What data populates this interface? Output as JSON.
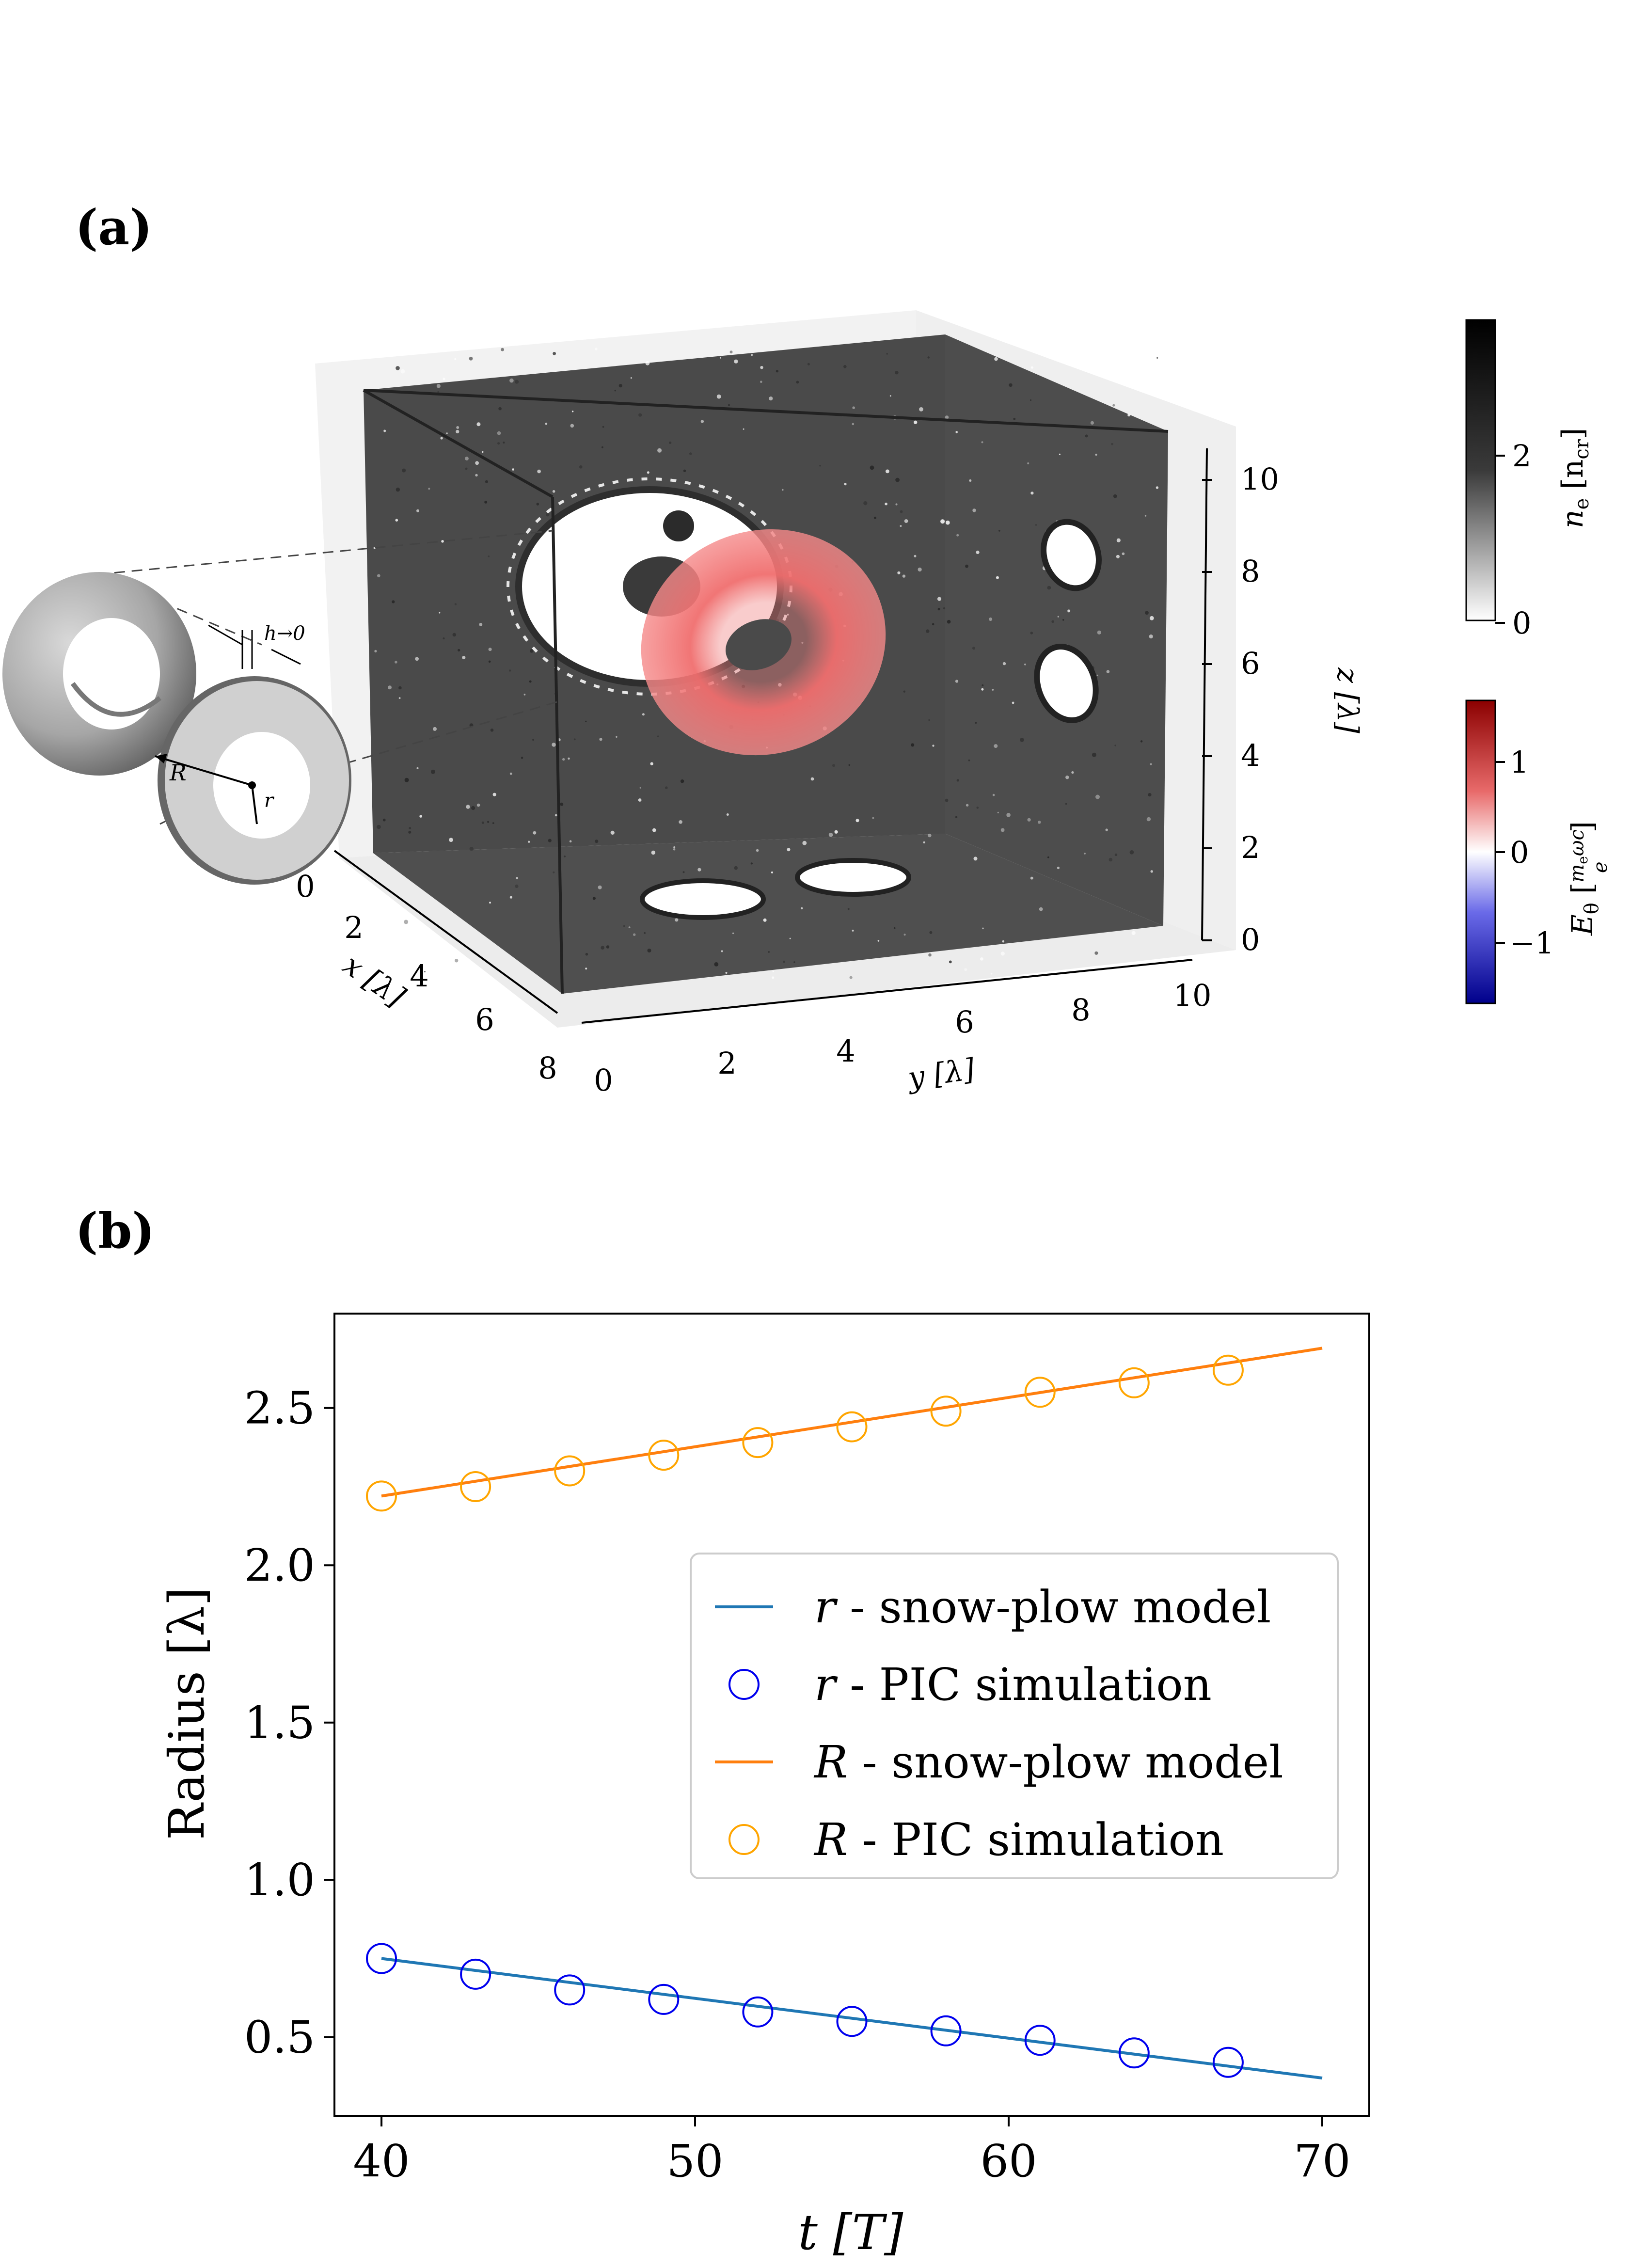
{
  "panel_a": {
    "label": "(a)",
    "x_axis": {
      "label": "x [λ]",
      "ticks": [
        "0",
        "2",
        "4",
        "6",
        "8"
      ]
    },
    "y_axis": {
      "label": "y [λ]",
      "ticks": [
        "0",
        "2",
        "4",
        "6",
        "8",
        "10"
      ]
    },
    "z_axis": {
      "label": "z [λ]",
      "ticks": [
        "0",
        "2",
        "4",
        "6",
        "8",
        "10"
      ]
    },
    "colorbar_density": {
      "label": "n",
      "label_sub": "e",
      "unit": "[n",
      "unit_sub": "cr",
      "unit_close": "]",
      "ticks": [
        "0",
        "2"
      ]
    },
    "colorbar_field": {
      "label": "E",
      "label_sub": "θ",
      "unit_num": "m",
      "unit_num_sub": "e",
      "unit_num_rest": "ωc",
      "unit_den": "e",
      "ticks": [
        "−1",
        "0",
        "1"
      ]
    },
    "inset": {
      "label_R": "R",
      "label_r": "r",
      "label_h": "h→0"
    },
    "colors": {
      "density_max": "#000000",
      "density_min": "#ffffff",
      "field_neg": "#00008b",
      "field_pos": "#8b0000",
      "box_gray": "#4a4a4a",
      "ring_pink": "#f08080"
    }
  },
  "panel_b": {
    "label": "(b)"
  },
  "chart_data": {
    "type": "line",
    "xlabel": "t [T]",
    "ylabel": "Radius [λ]",
    "xlim": [
      38.5,
      71.5
    ],
    "ylim": [
      0.25,
      2.8
    ],
    "xticks": [
      40,
      50,
      60,
      70
    ],
    "yticks": [
      0.5,
      1.0,
      1.5,
      2.0,
      2.5
    ],
    "xtick_labels": [
      "40",
      "50",
      "60",
      "70"
    ],
    "ytick_labels": [
      "0.5",
      "1.0",
      "1.5",
      "2.0",
      "2.5"
    ],
    "grid": false,
    "legend_placement": "center-right",
    "series": [
      {
        "name": "r - snow-plow model",
        "kind": "line",
        "color": "#1f77b4",
        "x": [
          40,
          70
        ],
        "y": [
          0.75,
          0.37
        ]
      },
      {
        "name": "r - PIC simulation",
        "kind": "marker",
        "color": "#0000ee",
        "x": [
          40,
          43,
          46,
          49,
          52,
          55,
          58,
          61,
          64,
          67
        ],
        "y": [
          0.75,
          0.7,
          0.65,
          0.62,
          0.58,
          0.55,
          0.52,
          0.49,
          0.45,
          0.42
        ]
      },
      {
        "name": "R - snow-plow model",
        "kind": "line",
        "color": "#ff7f0e",
        "x": [
          40,
          70
        ],
        "y": [
          2.22,
          2.69
        ]
      },
      {
        "name": "R - PIC simulation",
        "kind": "marker",
        "color": "#ffa500",
        "x": [
          40,
          43,
          46,
          49,
          52,
          55,
          58,
          61,
          64,
          67
        ],
        "y": [
          2.22,
          2.25,
          2.3,
          2.35,
          2.39,
          2.44,
          2.49,
          2.55,
          2.58,
          2.62
        ]
      }
    ]
  }
}
